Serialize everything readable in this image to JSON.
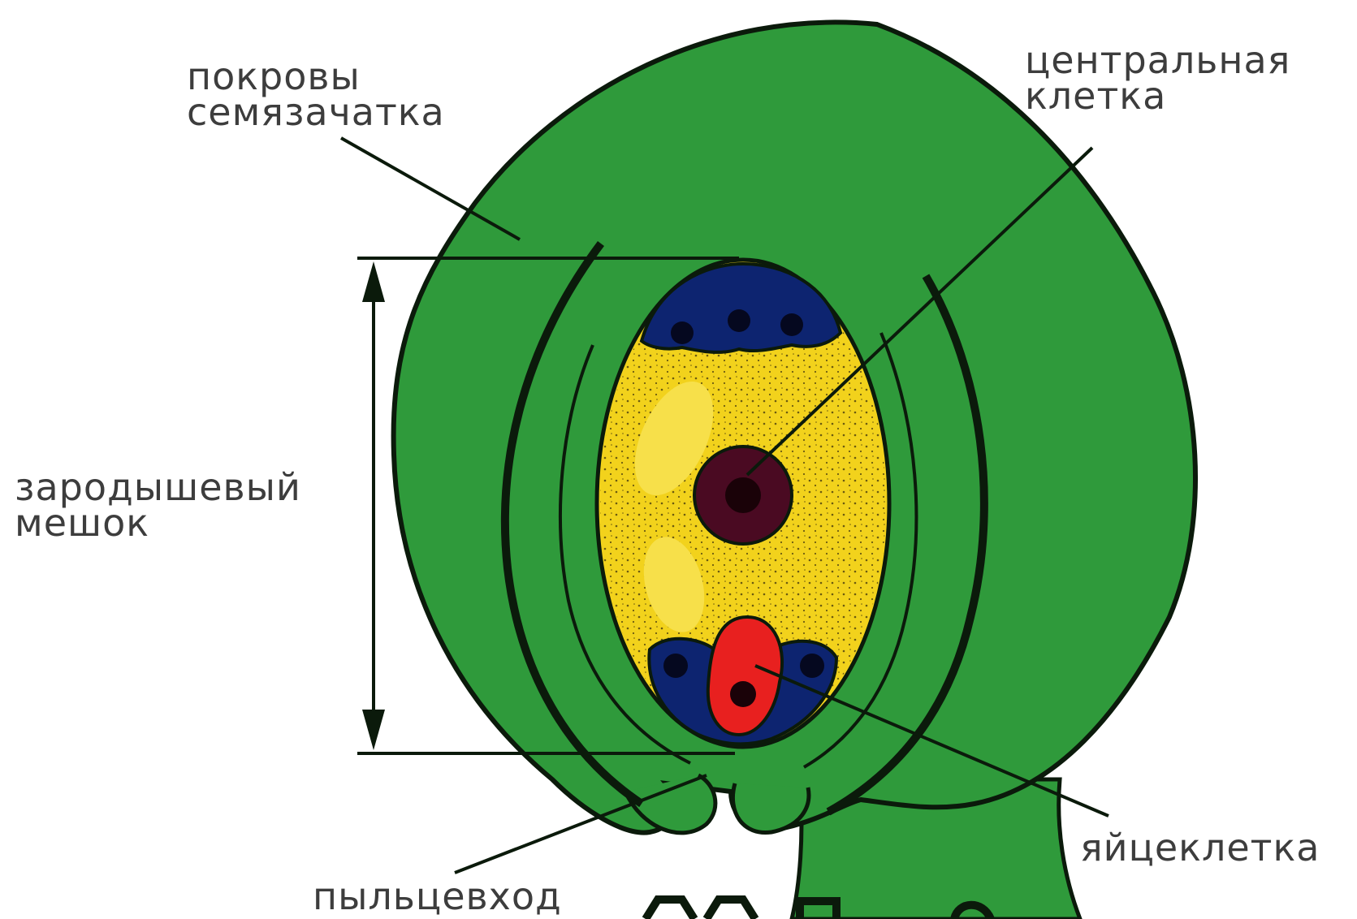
{
  "labels": {
    "integument": {
      "line1": "покровы",
      "line2": "семязачатка"
    },
    "central_cell": {
      "line1": "центральная",
      "line2": "клетка"
    },
    "embryo_sac": {
      "line1": "зародышевый",
      "line2": "мешок"
    },
    "egg_cell": "яйцеклетка",
    "micropyle": "пыльцевход"
  },
  "colors": {
    "integument": "#2f9a3b",
    "outline": "#0b1a0b",
    "cytoplasm": "#f2d21c",
    "antipodal_cells": "#0d2470",
    "egg_cell": "#e8201f",
    "central_nucleus": "#4a0a22",
    "label_text": "#3d3d3d"
  }
}
